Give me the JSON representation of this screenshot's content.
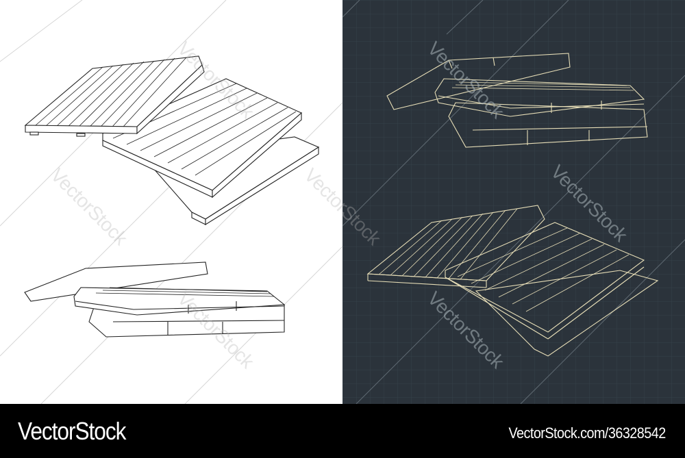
{
  "artwork": {
    "subject": "Wooden pallets isometric blueprint drawings",
    "panels": [
      {
        "name": "light-panel",
        "background": "#ffffff",
        "line_color": "#222222",
        "drawings": [
          "pallet-stack-fanned",
          "pallet-stack-front"
        ]
      },
      {
        "name": "dark-panel",
        "background": "#2b333b",
        "line_color": "#e8dfb8",
        "drawings": [
          "pallet-stack-front",
          "pallet-stack-fanned"
        ]
      }
    ],
    "watermarks": [
      "VectorStock",
      "VectorStock",
      "VectorStock",
      "VectorStock",
      "VectorStock",
      "VectorStock",
      "VectorStock"
    ]
  },
  "footer": {
    "brand": "VectorStock",
    "url": "VectorStock.com/36328542"
  }
}
